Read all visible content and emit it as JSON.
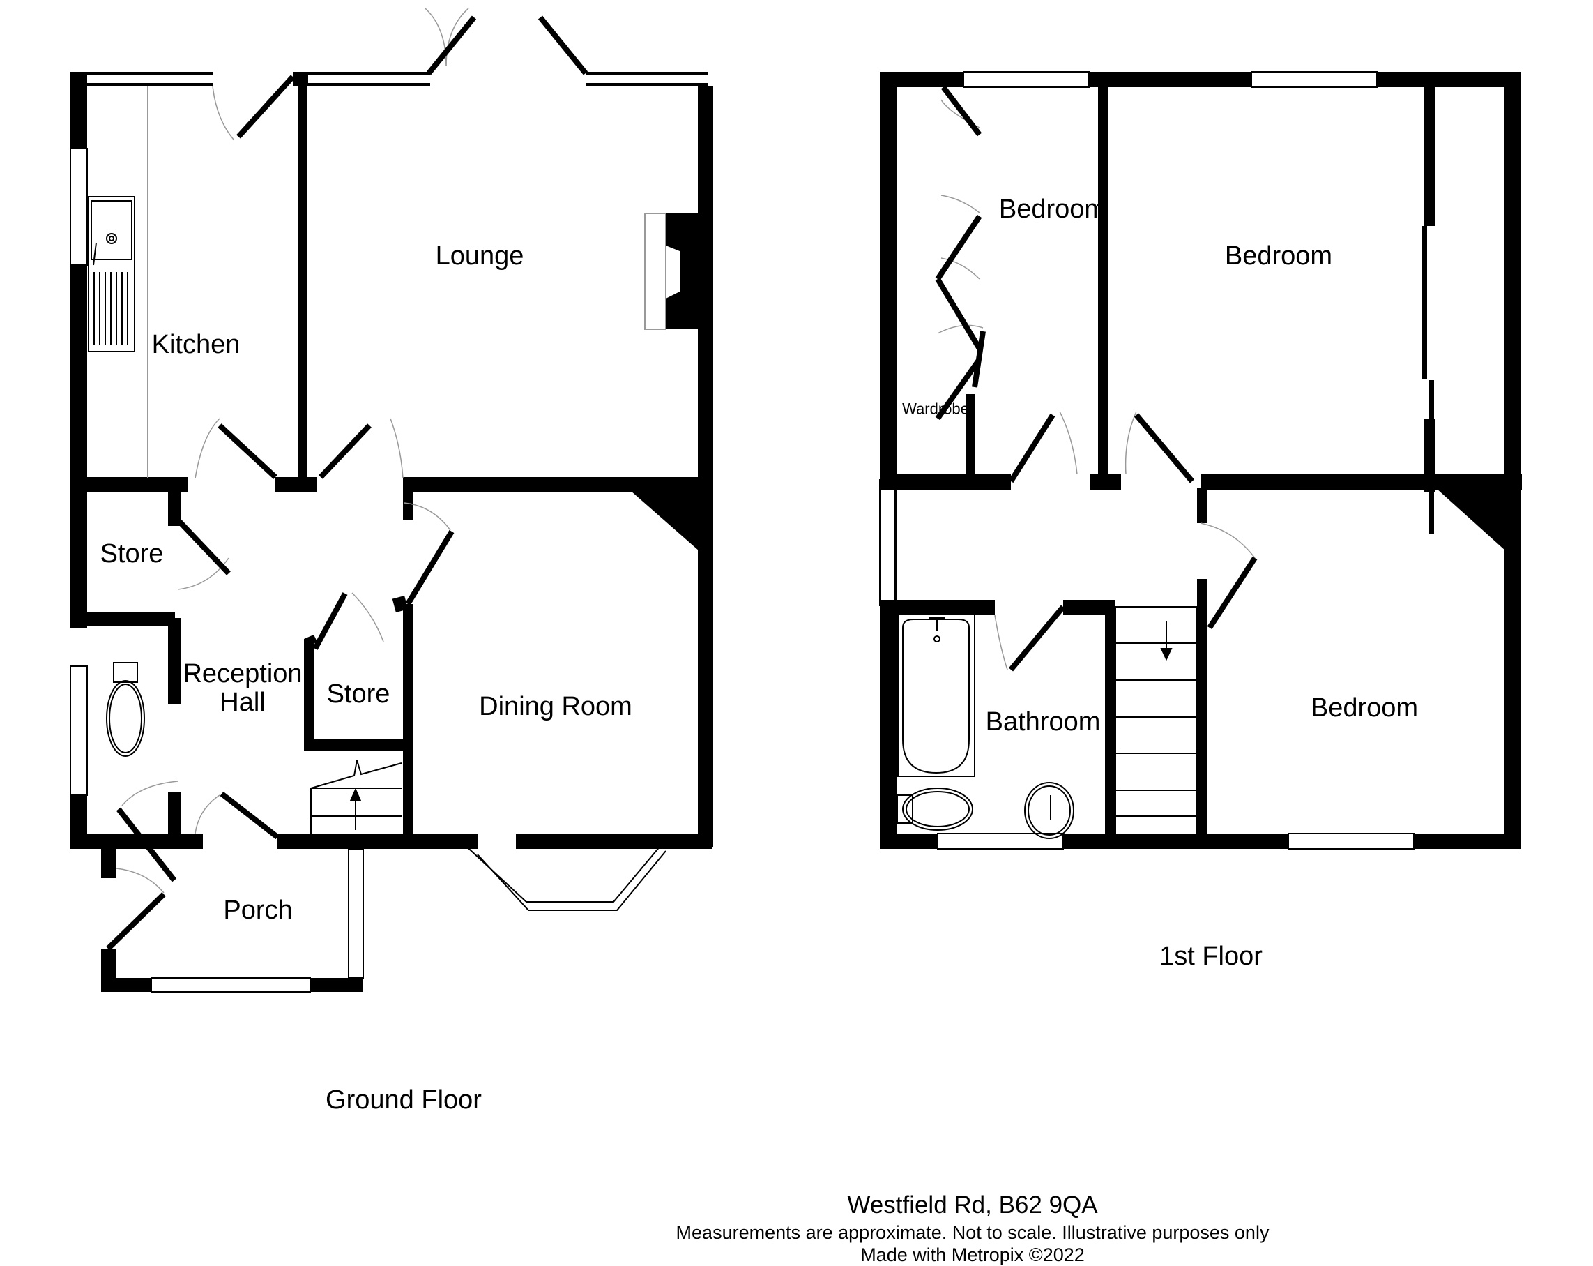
{
  "ground_floor": {
    "title": "Ground Floor",
    "rooms": {
      "kitchen": "Kitchen",
      "lounge": "Lounge",
      "store_left": "Store",
      "reception_hall_line1": "Reception",
      "reception_hall_line2": "Hall",
      "store_under_stairs": "Store",
      "dining_room": "Dining Room",
      "porch": "Porch"
    }
  },
  "first_floor": {
    "title": "1st Floor",
    "rooms": {
      "bedroom_small": "Bedroom",
      "wardrobe": "Wardrobe",
      "bedroom_rear": "Bedroom",
      "bathroom": "Bathroom",
      "bedroom_front": "Bedroom"
    }
  },
  "footer": {
    "address": "Westfield Rd, B62 9QA",
    "disclaimer": "Measurements are approximate.  Not to scale.  Illustrative purposes only",
    "credit": "Made with Metropix ©2022"
  },
  "colors": {
    "wall": "#000000",
    "background": "#ffffff",
    "fixture_line": "#999999"
  }
}
